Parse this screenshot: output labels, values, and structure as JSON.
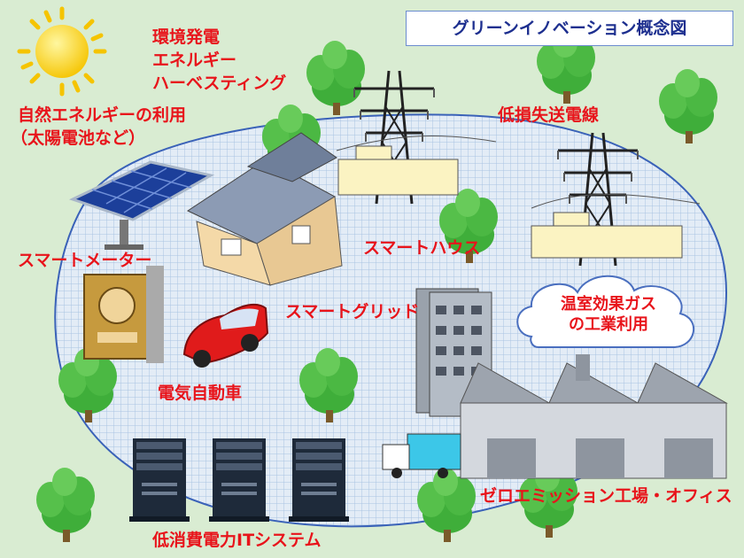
{
  "title": "グリーンイノベーション概念図",
  "labels": {
    "harvest_1": "環境発電",
    "harvest_2": "エネルギー",
    "harvest_3": "ハーベスティング",
    "natural_1": "自然エネルギーの利用",
    "natural_2": "（太陽電池など）",
    "low_loss": "低損失送電線",
    "smart_meter": "スマートメーター",
    "smart_house": "スマートハウス",
    "smart_grid": "スマートグリッド",
    "ghg_1": "温室効果ガス",
    "ghg_2": "の工業利用",
    "ev": "電気自動車",
    "it": "低消費電力ITシステム",
    "zero": "ゼロエミッション工場・オフィス"
  },
  "colors": {
    "label_red": "#e8141b",
    "title_blue": "#1d2f8f",
    "background": "#d9ecd2",
    "grid_area": "#d7e4f2",
    "tree_green": "#3fae3a"
  },
  "icons": [
    "sun-icon",
    "solar-panel-icon",
    "house-icon",
    "car-icon",
    "smart-meter-icon",
    "power-tower-icon",
    "factory-icon",
    "office-building-icon",
    "server-icon",
    "truck-icon",
    "tree-icon",
    "cloud-icon"
  ]
}
